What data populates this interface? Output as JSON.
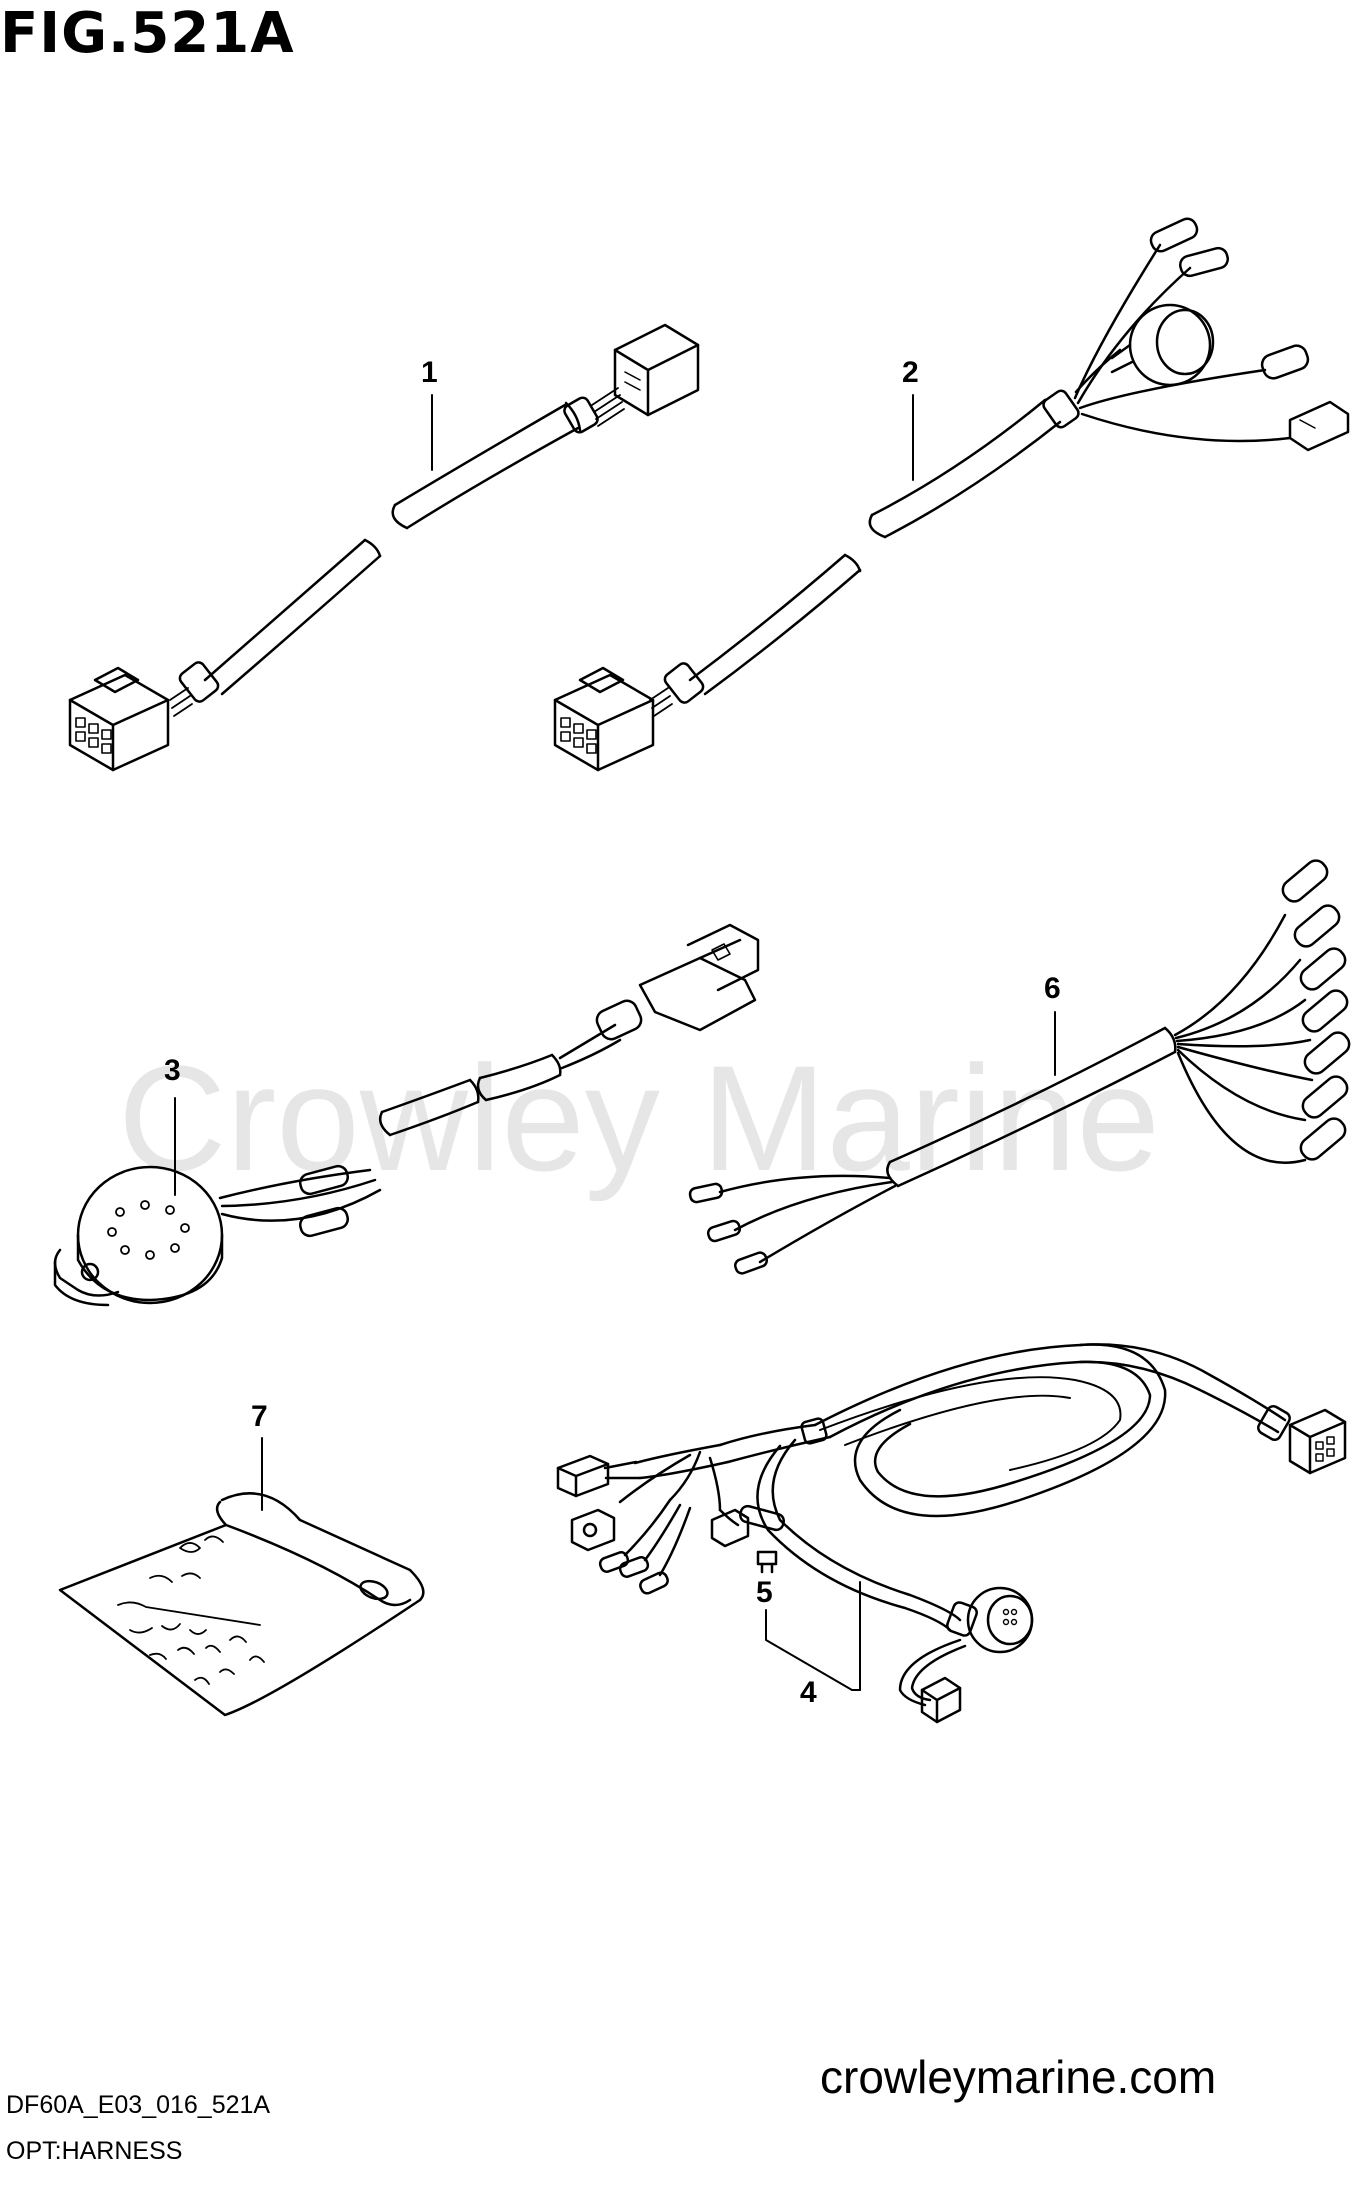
{
  "figure_title": "FIG.521A",
  "watermark": "Crowley Marine",
  "website": "crowleymarine.com",
  "drawing_code": "DF60A_E03_016_521A",
  "caption": "OPT:HARNESS",
  "callouts": [
    "1",
    "2",
    "3",
    "4",
    "5",
    "6",
    "7"
  ]
}
